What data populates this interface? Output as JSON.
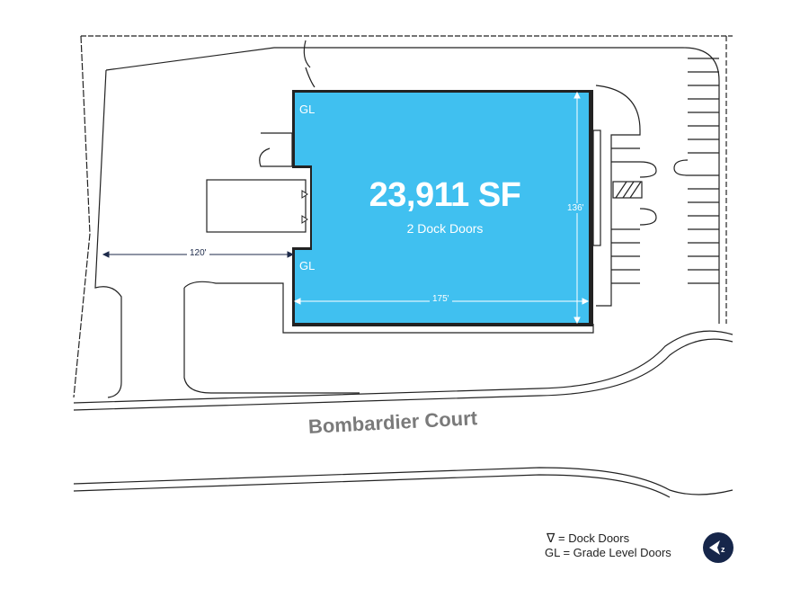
{
  "building": {
    "area": "23,911 SF",
    "docks": "2 Dock Doors",
    "gl_top": "GL",
    "gl_bottom": "GL"
  },
  "dimensions": {
    "width": "175'",
    "depth": "136'",
    "setback": "120'"
  },
  "street": "Bombardier Court",
  "legend": {
    "dock": "= Dock Doors",
    "dock_symbol": "∇",
    "grade": "GL = Grade Level Doors"
  },
  "colors": {
    "building": "#40c0f0",
    "north_badge": "#16264a"
  },
  "north_icon": "north-arrow-icon"
}
